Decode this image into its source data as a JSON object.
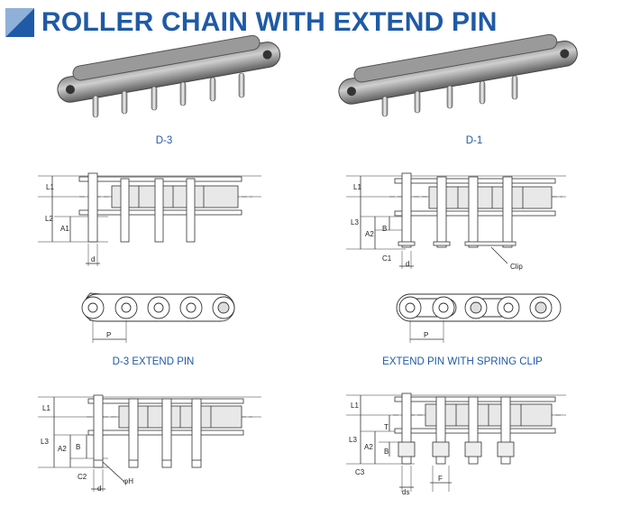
{
  "header": {
    "title": "ROLLER CHAIN WITH EXTEND PIN"
  },
  "captions": {
    "d3": "D-3",
    "d1": "D-1",
    "d3_extend": "D-3 EXTEND PIN",
    "spring": "EXTEND PIN WITH SPRING CLIP"
  },
  "dims": {
    "L1": "L1",
    "L2": "L2",
    "L3": "L3",
    "A1": "A1",
    "A2": "A2",
    "B": "B",
    "C1": "C1",
    "C2": "C2",
    "C3": "C3",
    "d": "d",
    "ds": "ds",
    "P": "P",
    "T": "T",
    "F": "F",
    "phiH": "φH",
    "Clip": "Clip"
  },
  "colors": {
    "accent": "#1f5aa6",
    "line": "#333333",
    "fill": "#cfcfcf"
  }
}
